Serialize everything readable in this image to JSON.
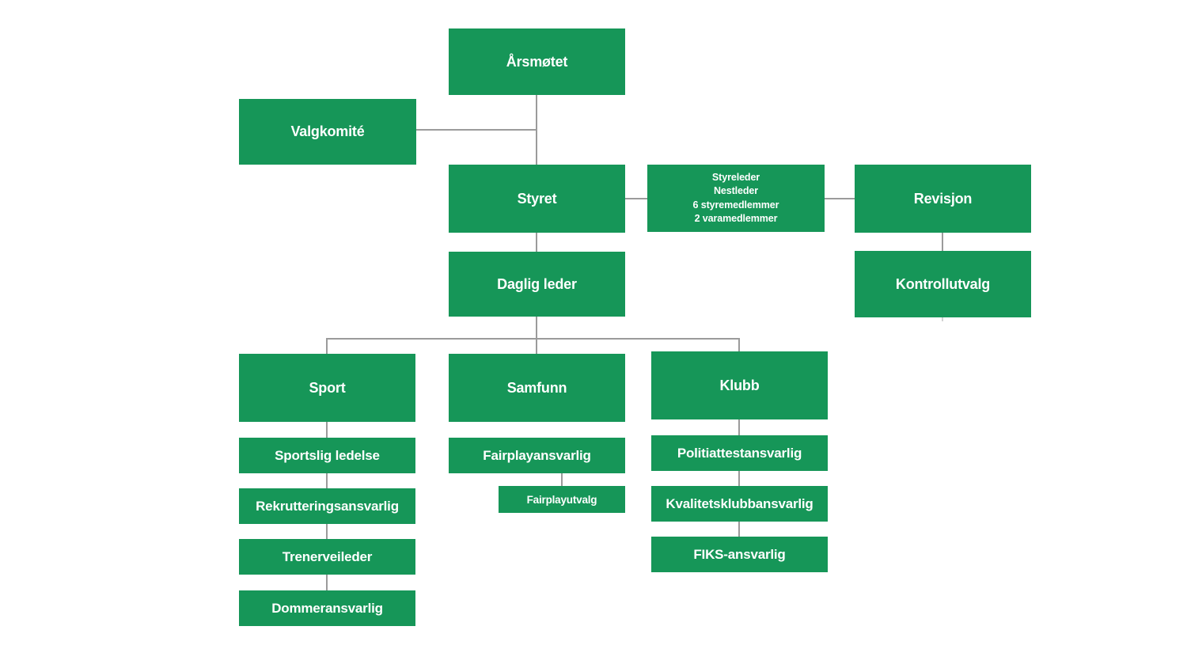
{
  "colors": {
    "box_green": "#169658",
    "connector_gray": "#9b9b9b",
    "label_white": "#ffffff",
    "background": "#ffffff"
  },
  "nodes": {
    "arsmotet": {
      "label": "Årsmøtet"
    },
    "valgkomite": {
      "label": "Valgkomité"
    },
    "styret": {
      "label": "Styret"
    },
    "styret_sammensetning": {
      "lines": [
        "Styreleder",
        "Nestleder",
        "6 styremedlemmer",
        "2 varamedlemmer"
      ]
    },
    "revisjon": {
      "label": "Revisjon"
    },
    "kontrollutvalg": {
      "label": "Kontrollutvalg"
    },
    "daglig_leder": {
      "label": "Daglig leder"
    },
    "sport": {
      "label": "Sport"
    },
    "samfunn": {
      "label": "Samfunn"
    },
    "klubb": {
      "label": "Klubb"
    },
    "sportslig_ledelse": {
      "label": "Sportslig ledelse"
    },
    "rekrutteringsansvarlig": {
      "label": "Rekrutteringsansvarlig"
    },
    "trenerveileder": {
      "label": "Trenerveileder"
    },
    "dommeransvarlig": {
      "label": "Dommeransvarlig"
    },
    "fairplayansvarlig": {
      "label": "Fairplayansvarlig"
    },
    "fairplayutvalg": {
      "label": "Fairplayutvalg"
    },
    "politiattestansvarlig": {
      "label": "Politiattestansvarlig"
    },
    "kvalitetsklubbansvarlig": {
      "label": "Kvalitetsklubbansvarlig"
    },
    "fiks_ansvarlig": {
      "label": "FIKS-ansvarlig"
    }
  }
}
